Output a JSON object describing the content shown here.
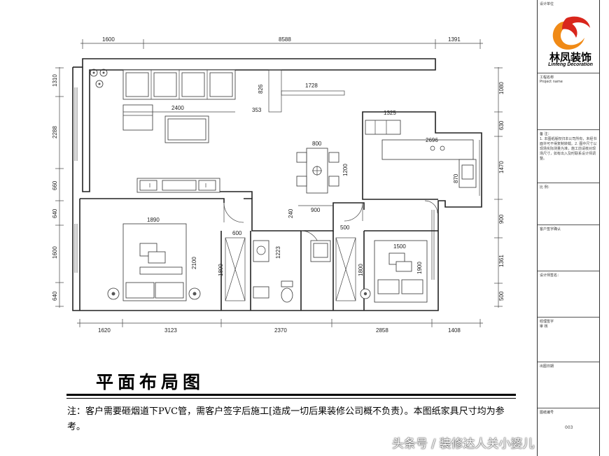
{
  "title": "平面布局图",
  "note": "注：客户需要砸烟道下PVC管，需客户签字后施工[造成一切后果装修公司概不负责）。本图纸家具尺寸均为参考。",
  "watermark": "头条号 / 装修达人关小婆儿",
  "logo": {
    "cn": "林凤装饰",
    "en": "Linfeng Decoration",
    "colors": {
      "orange": "#f08a16",
      "red": "#d9261c"
    }
  },
  "titleblock": {
    "top_label": "设计单位",
    "project_label": "工程名称",
    "project_en": "Project name",
    "notes_label": "备 注：",
    "notes_text": "1. 本图纸版权归本公司所有，未经书面许可不得复制转载。2. 图中尺寸以现场实际测量为准，施工前请核对现场尺寸，如有出入及时联系设计师调整。",
    "scale_label": "比 例：",
    "client_sign_label": "客户签字确认",
    "designer_label": "设计师签名：",
    "manager_label": "经理签字",
    "manager_sub": "审 核",
    "date_label": "出图日期",
    "drawing_no_label": "图纸编号",
    "sheet_no": "003"
  },
  "dims_top": [
    "1600",
    "8588",
    "1391"
  ],
  "dims_bottom": [
    "1620",
    "3123",
    "2370",
    "2858",
    "1408"
  ],
  "dims_left": [
    "1310",
    "2288",
    "660",
    "640",
    "1600",
    "640"
  ],
  "dims_right": [
    "1080",
    "630",
    "1470",
    "900",
    "1361",
    "500"
  ],
  "dims_inner": {
    "d826": "826",
    "d1728": "1728",
    "d2400": "2400",
    "d353": "353",
    "d1325": "1325",
    "d2696": "2696",
    "d800": "800",
    "d1200": "1200",
    "d870": "870",
    "d240": "240",
    "d900": "900",
    "d1890": "1890",
    "d2100": "2100",
    "d600a": "600",
    "d1223": "1223",
    "d500": "500",
    "d1800a": "1800",
    "d1800b": "1800",
    "d1500": "1500",
    "d1900": "1900"
  }
}
